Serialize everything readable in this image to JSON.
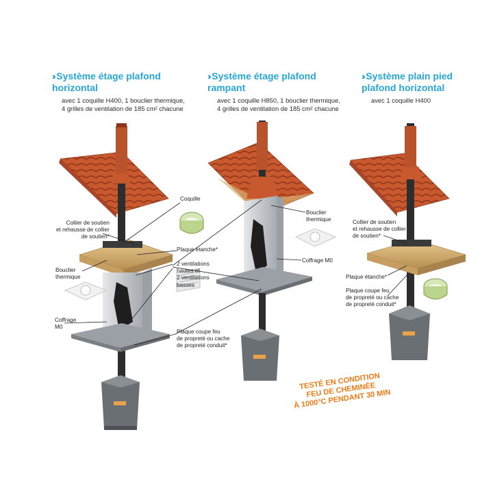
{
  "systems": [
    {
      "title_line1": "Système étage plafond",
      "title_line2": "horizontal",
      "desc_line1": "avec 1 coquille H400, 1 bouclier thermique,",
      "desc_line2": "4 grilles de ventilation de 185 cm² chacune"
    },
    {
      "title_line1": "Système étage plafond",
      "title_line2": "rampant",
      "desc_line1": "avec 1 coquille H850, 1 bouclier thermique,",
      "desc_line2": "4 grilles de ventilation de 185 cm² chacune"
    },
    {
      "title_line1": "Système plain pied",
      "title_line2": "plafond horizontal",
      "desc_line1": "avec 1 coquille H400",
      "desc_line2": ""
    }
  ],
  "labels": {
    "coquille": "Coquille",
    "collier_left": [
      "Collier de soutien",
      "et rehausse de collier",
      "de soutien*"
    ],
    "plaque_etanche": "Plaque étanche*",
    "bouclier_left": [
      "Bouclier",
      "thermique"
    ],
    "ventilations": [
      "2 ventilations",
      "hautes et",
      "2 ventilations",
      "basses"
    ],
    "bouclier_mid": [
      "Bouclier",
      "thermique"
    ],
    "coffrage_mid": "Coffrage M0",
    "coffrage_left": [
      "Coffrage",
      "M0"
    ],
    "plaque_coupe_feu_mid": [
      "Plaque coupe feu",
      "de propreté ou cache",
      "de propreté conduit*"
    ],
    "collier_right": [
      "Collier de soutien",
      "et rehausse de collier",
      "de soutien*"
    ],
    "plaque_etanche_right": "Plaque étanche*",
    "plaque_coupe_feu_right": [
      "Plaque coupe feu",
      "de propreté ou cache",
      "de propreté conduit*"
    ]
  },
  "stamp": [
    "TESTÉ EN CONDITION",
    "FEU DE CHEMINÉE",
    "À 1000°C PENDANT 30 MIN"
  ],
  "colors": {
    "heading": "#27a6d6",
    "stamp": "#f07a14",
    "tile": "#c8582e",
    "box": "#c9ccd0",
    "base": "#8d9299",
    "wood": "#d8b57c",
    "stove": "#6a6f73"
  },
  "icons": [
    "chevron-right-icon",
    "stove-icon",
    "roof-icon"
  ]
}
